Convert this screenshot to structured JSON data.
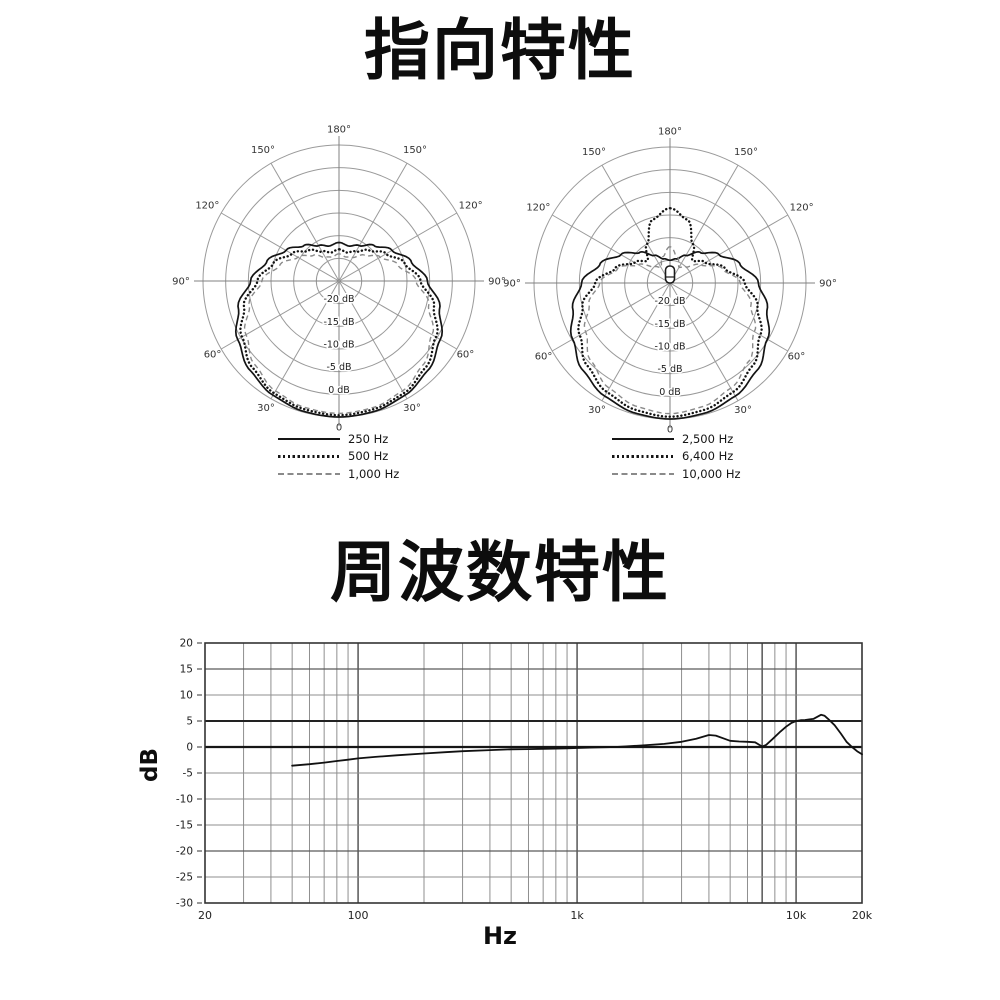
{
  "titles": {
    "directivity": "指向特性",
    "frequency": "周波数特性"
  },
  "chart_data": [
    {
      "type": "polar",
      "name": "directivity-low-frequencies",
      "db_range": [
        -30,
        0
      ],
      "rings_db": [
        0,
        -5,
        -10,
        -15,
        -20,
        -25
      ],
      "angle_labels": [
        {
          "deg": 180,
          "label": "180°"
        },
        {
          "deg": -150,
          "label": "150°"
        },
        {
          "deg": 150,
          "label": "150°"
        },
        {
          "deg": -120,
          "label": "120°"
        },
        {
          "deg": 120,
          "label": "120°"
        },
        {
          "deg": -90,
          "label": "90°"
        },
        {
          "deg": 90,
          "label": "90°"
        },
        {
          "deg": -60,
          "label": "60°"
        },
        {
          "deg": 60,
          "label": "60°"
        },
        {
          "deg": -30,
          "label": "30°"
        },
        {
          "deg": 30,
          "label": "30°"
        },
        {
          "deg": 0,
          "label": "0"
        }
      ],
      "radial_labels": [
        {
          "db": -20,
          "label": "-20 dB"
        },
        {
          "db": -15,
          "label": "-15 dB"
        },
        {
          "db": -10,
          "label": "-10 dB"
        },
        {
          "db": -5,
          "label": "-5 dB"
        },
        {
          "db": 0,
          "label": "0 dB"
        }
      ],
      "series": [
        {
          "name": "250 Hz",
          "style": "solid",
          "points": [
            [
              0,
              0
            ],
            [
              15,
              -0.2
            ],
            [
              30,
              -0.9
            ],
            [
              45,
              -2.2
            ],
            [
              60,
              -4.2
            ],
            [
              75,
              -7
            ],
            [
              90,
              -10.5
            ],
            [
              105,
              -13.5
            ],
            [
              120,
              -16.5
            ],
            [
              135,
              -19
            ],
            [
              150,
              -21
            ],
            [
              165,
              -22
            ],
            [
              180,
              -21.5
            ]
          ]
        },
        {
          "name": "500 Hz",
          "style": "dotted",
          "points": [
            [
              0,
              -0.4
            ],
            [
              15,
              -0.7
            ],
            [
              30,
              -1.4
            ],
            [
              45,
              -3
            ],
            [
              60,
              -5.3
            ],
            [
              75,
              -8.3
            ],
            [
              90,
              -12
            ],
            [
              105,
              -15
            ],
            [
              120,
              -18
            ],
            [
              135,
              -20.5
            ],
            [
              150,
              -22.5
            ],
            [
              165,
              -23.5
            ],
            [
              180,
              -23
            ]
          ]
        },
        {
          "name": "1,000 Hz",
          "style": "dashed",
          "points": [
            [
              0,
              -0.8
            ],
            [
              15,
              -1.1
            ],
            [
              30,
              -2
            ],
            [
              45,
              -3.8
            ],
            [
              60,
              -6.3
            ],
            [
              75,
              -9.5
            ],
            [
              90,
              -13
            ],
            [
              105,
              -16.5
            ],
            [
              120,
              -19.5
            ],
            [
              135,
              -22
            ],
            [
              150,
              -24
            ],
            [
              165,
              -24.5
            ],
            [
              180,
              -24
            ]
          ]
        }
      ]
    },
    {
      "type": "polar",
      "name": "directivity-high-frequencies",
      "db_range": [
        -30,
        0
      ],
      "rings_db": [
        0,
        -5,
        -10,
        -15,
        -20,
        -25
      ],
      "center_icon": "mic-capsule",
      "angle_labels": [
        {
          "deg": 180,
          "label": "180°"
        },
        {
          "deg": -150,
          "label": "150°"
        },
        {
          "deg": 150,
          "label": "150°"
        },
        {
          "deg": -120,
          "label": "120°"
        },
        {
          "deg": 120,
          "label": "120°"
        },
        {
          "deg": -90,
          "label": "90°"
        },
        {
          "deg": 90,
          "label": "90°"
        },
        {
          "deg": -60,
          "label": "60°"
        },
        {
          "deg": 60,
          "label": "60°"
        },
        {
          "deg": -30,
          "label": "30°"
        },
        {
          "deg": 30,
          "label": "30°"
        },
        {
          "deg": 0,
          "label": "0"
        }
      ],
      "radial_labels": [
        {
          "db": -20,
          "label": "-20 dB"
        },
        {
          "db": -15,
          "label": "-15 dB"
        },
        {
          "db": -10,
          "label": "-10 dB"
        },
        {
          "db": -5,
          "label": "-5 dB"
        },
        {
          "db": 0,
          "label": "0 dB"
        }
      ],
      "series": [
        {
          "name": "2,500 Hz",
          "style": "solid",
          "points": [
            [
              0,
              0
            ],
            [
              15,
              -0.3
            ],
            [
              30,
              -1.2
            ],
            [
              45,
              -2.8
            ],
            [
              60,
              -5.2
            ],
            [
              75,
              -7.8
            ],
            [
              90,
              -10.5
            ],
            [
              105,
              -14
            ],
            [
              120,
              -17.5
            ],
            [
              135,
              -20.5
            ],
            [
              150,
              -23
            ],
            [
              165,
              -24.5
            ],
            [
              180,
              -25
            ]
          ]
        },
        {
          "name": "6,400 Hz",
          "style": "dotted",
          "points": [
            [
              0,
              -0.5
            ],
            [
              15,
              -1
            ],
            [
              30,
              -2.2
            ],
            [
              45,
              -4.2
            ],
            [
              60,
              -7
            ],
            [
              75,
              -10
            ],
            [
              90,
              -13.5
            ],
            [
              105,
              -17.5
            ],
            [
              120,
              -21
            ],
            [
              135,
              -23
            ],
            [
              150,
              -20
            ],
            [
              165,
              -15.5
            ],
            [
              180,
              -13.5
            ]
          ]
        },
        {
          "name": "10,000 Hz",
          "style": "dashed",
          "points": [
            [
              0,
              -1.2
            ],
            [
              15,
              -1.8
            ],
            [
              30,
              -3.2
            ],
            [
              45,
              -5.5
            ],
            [
              60,
              -8.5
            ],
            [
              75,
              -11.5
            ],
            [
              90,
              -14.5
            ],
            [
              105,
              -18
            ],
            [
              120,
              -22
            ],
            [
              135,
              -25
            ],
            [
              150,
              -26
            ],
            [
              165,
              -24
            ],
            [
              180,
              -22
            ]
          ]
        }
      ]
    },
    {
      "type": "line",
      "name": "frequency-response",
      "xlabel": "Hz",
      "ylabel": "dB",
      "xscale": "log",
      "xlim": [
        20,
        20000
      ],
      "ylim": [
        -30,
        20
      ],
      "x_ticks": [
        [
          "20",
          20
        ],
        [
          "100",
          100
        ],
        [
          "1k",
          1000
        ],
        [
          "10k",
          10000
        ],
        [
          "20k",
          20000
        ]
      ],
      "y_ticks": [
        20,
        15,
        10,
        5,
        0,
        -5,
        -10,
        -15,
        -20,
        -25,
        -30
      ],
      "points": [
        [
          50,
          -3.6
        ],
        [
          60,
          -3.3
        ],
        [
          70,
          -3.0
        ],
        [
          80,
          -2.7
        ],
        [
          90,
          -2.45
        ],
        [
          100,
          -2.2
        ],
        [
          120,
          -1.9
        ],
        [
          150,
          -1.6
        ],
        [
          200,
          -1.25
        ],
        [
          250,
          -1.0
        ],
        [
          300,
          -0.8
        ],
        [
          400,
          -0.6
        ],
        [
          500,
          -0.45
        ],
        [
          600,
          -0.4
        ],
        [
          700,
          -0.35
        ],
        [
          800,
          -0.3
        ],
        [
          900,
          -0.25
        ],
        [
          1000,
          -0.2
        ],
        [
          1200,
          -0.1
        ],
        [
          1500,
          0.0
        ],
        [
          2000,
          0.3
        ],
        [
          2500,
          0.6
        ],
        [
          3000,
          1.0
        ],
        [
          3500,
          1.6
        ],
        [
          4000,
          2.3
        ],
        [
          4300,
          2.2
        ],
        [
          4700,
          1.6
        ],
        [
          5000,
          1.2
        ],
        [
          5500,
          1.05
        ],
        [
          6000,
          1.0
        ],
        [
          6500,
          0.9
        ],
        [
          6800,
          0.4
        ],
        [
          7000,
          0.1
        ],
        [
          7300,
          0.4
        ],
        [
          7800,
          1.5
        ],
        [
          8500,
          3.0
        ],
        [
          9000,
          3.9
        ],
        [
          9500,
          4.6
        ],
        [
          10000,
          5.0
        ],
        [
          10500,
          5.15
        ],
        [
          11000,
          5.2
        ],
        [
          11500,
          5.3
        ],
        [
          12000,
          5.4
        ],
        [
          12500,
          5.8
        ],
        [
          13000,
          6.2
        ],
        [
          13500,
          6.0
        ],
        [
          14000,
          5.4
        ],
        [
          15000,
          4.2
        ],
        [
          16000,
          2.6
        ],
        [
          17000,
          1.0
        ],
        [
          18000,
          0.0
        ],
        [
          19000,
          -0.8
        ],
        [
          20000,
          -1.4
        ]
      ]
    }
  ]
}
